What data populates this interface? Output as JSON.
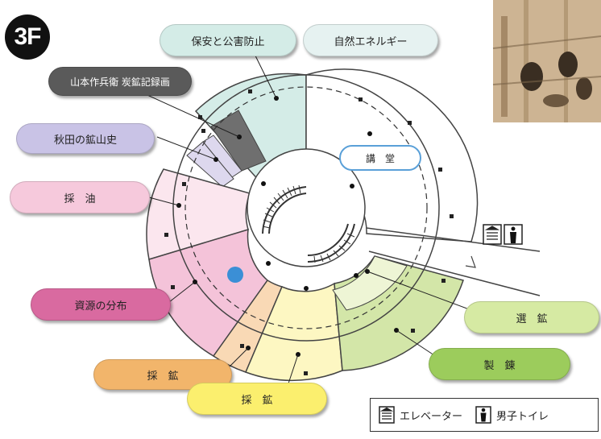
{
  "floor": "3F",
  "labels": {
    "safety": "保安と公害防止",
    "nature": "自然エネルギー",
    "yamamoto": "山本作兵衛 炭鉱記録画",
    "history": "秋田の鉱山史",
    "oil": "採　油",
    "resources": "資源の分布",
    "mining_left": "採　鉱",
    "mining_bottom": "採　鉱",
    "sorting": "選　鉱",
    "smelting": "製　錬",
    "lecture": "講　堂"
  },
  "legend": {
    "elevator": "エレベーター",
    "toilet": "男子トイレ"
  },
  "colors": {
    "safety": "#d4ece7",
    "yamamoto": "#6a6a6a",
    "history": "#c9c3e6",
    "oil": "#f6c9dc",
    "resources": "#d96aa0",
    "mining_left": "#f2b56b",
    "mining_bottom": "#fbef6e",
    "sorting": "#d6eaa3",
    "smelting": "#9ccc5c",
    "nature": "#e6f2f1",
    "marker": "#3b8fd6"
  },
  "icons": [
    "elevator-icon",
    "toilet-icon"
  ]
}
